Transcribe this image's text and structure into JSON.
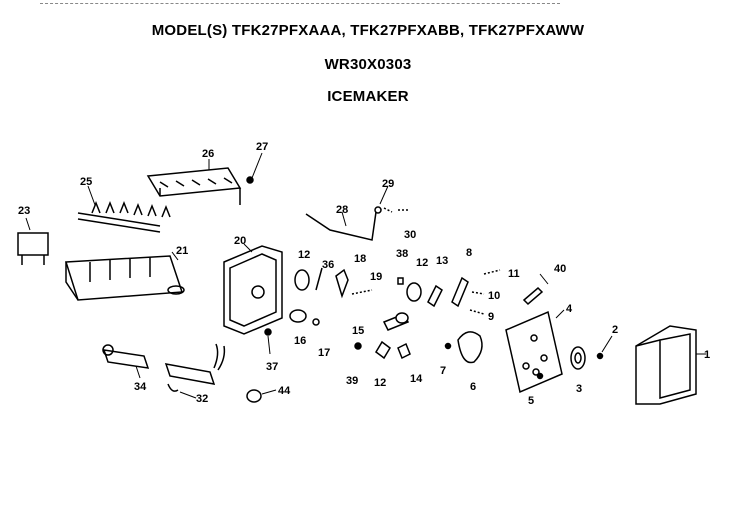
{
  "header": {
    "models": "MODEL(S) TFK27PFXAAA, TFK27PFXABB, TFK27PFXAWW",
    "part_number": "WR30X0303",
    "title": "ICEMAKER"
  },
  "parts": [
    "1",
    "2",
    "3",
    "4",
    "5",
    "6",
    "7",
    "8",
    "9",
    "10",
    "11",
    "12",
    "12",
    "12",
    "13",
    "14",
    "15",
    "16",
    "17",
    "18",
    "19",
    "20",
    "21",
    "23",
    "25",
    "26",
    "27",
    "28",
    "29",
    "30",
    "32",
    "34",
    "36",
    "37",
    "38",
    "39",
    "40",
    "44"
  ]
}
